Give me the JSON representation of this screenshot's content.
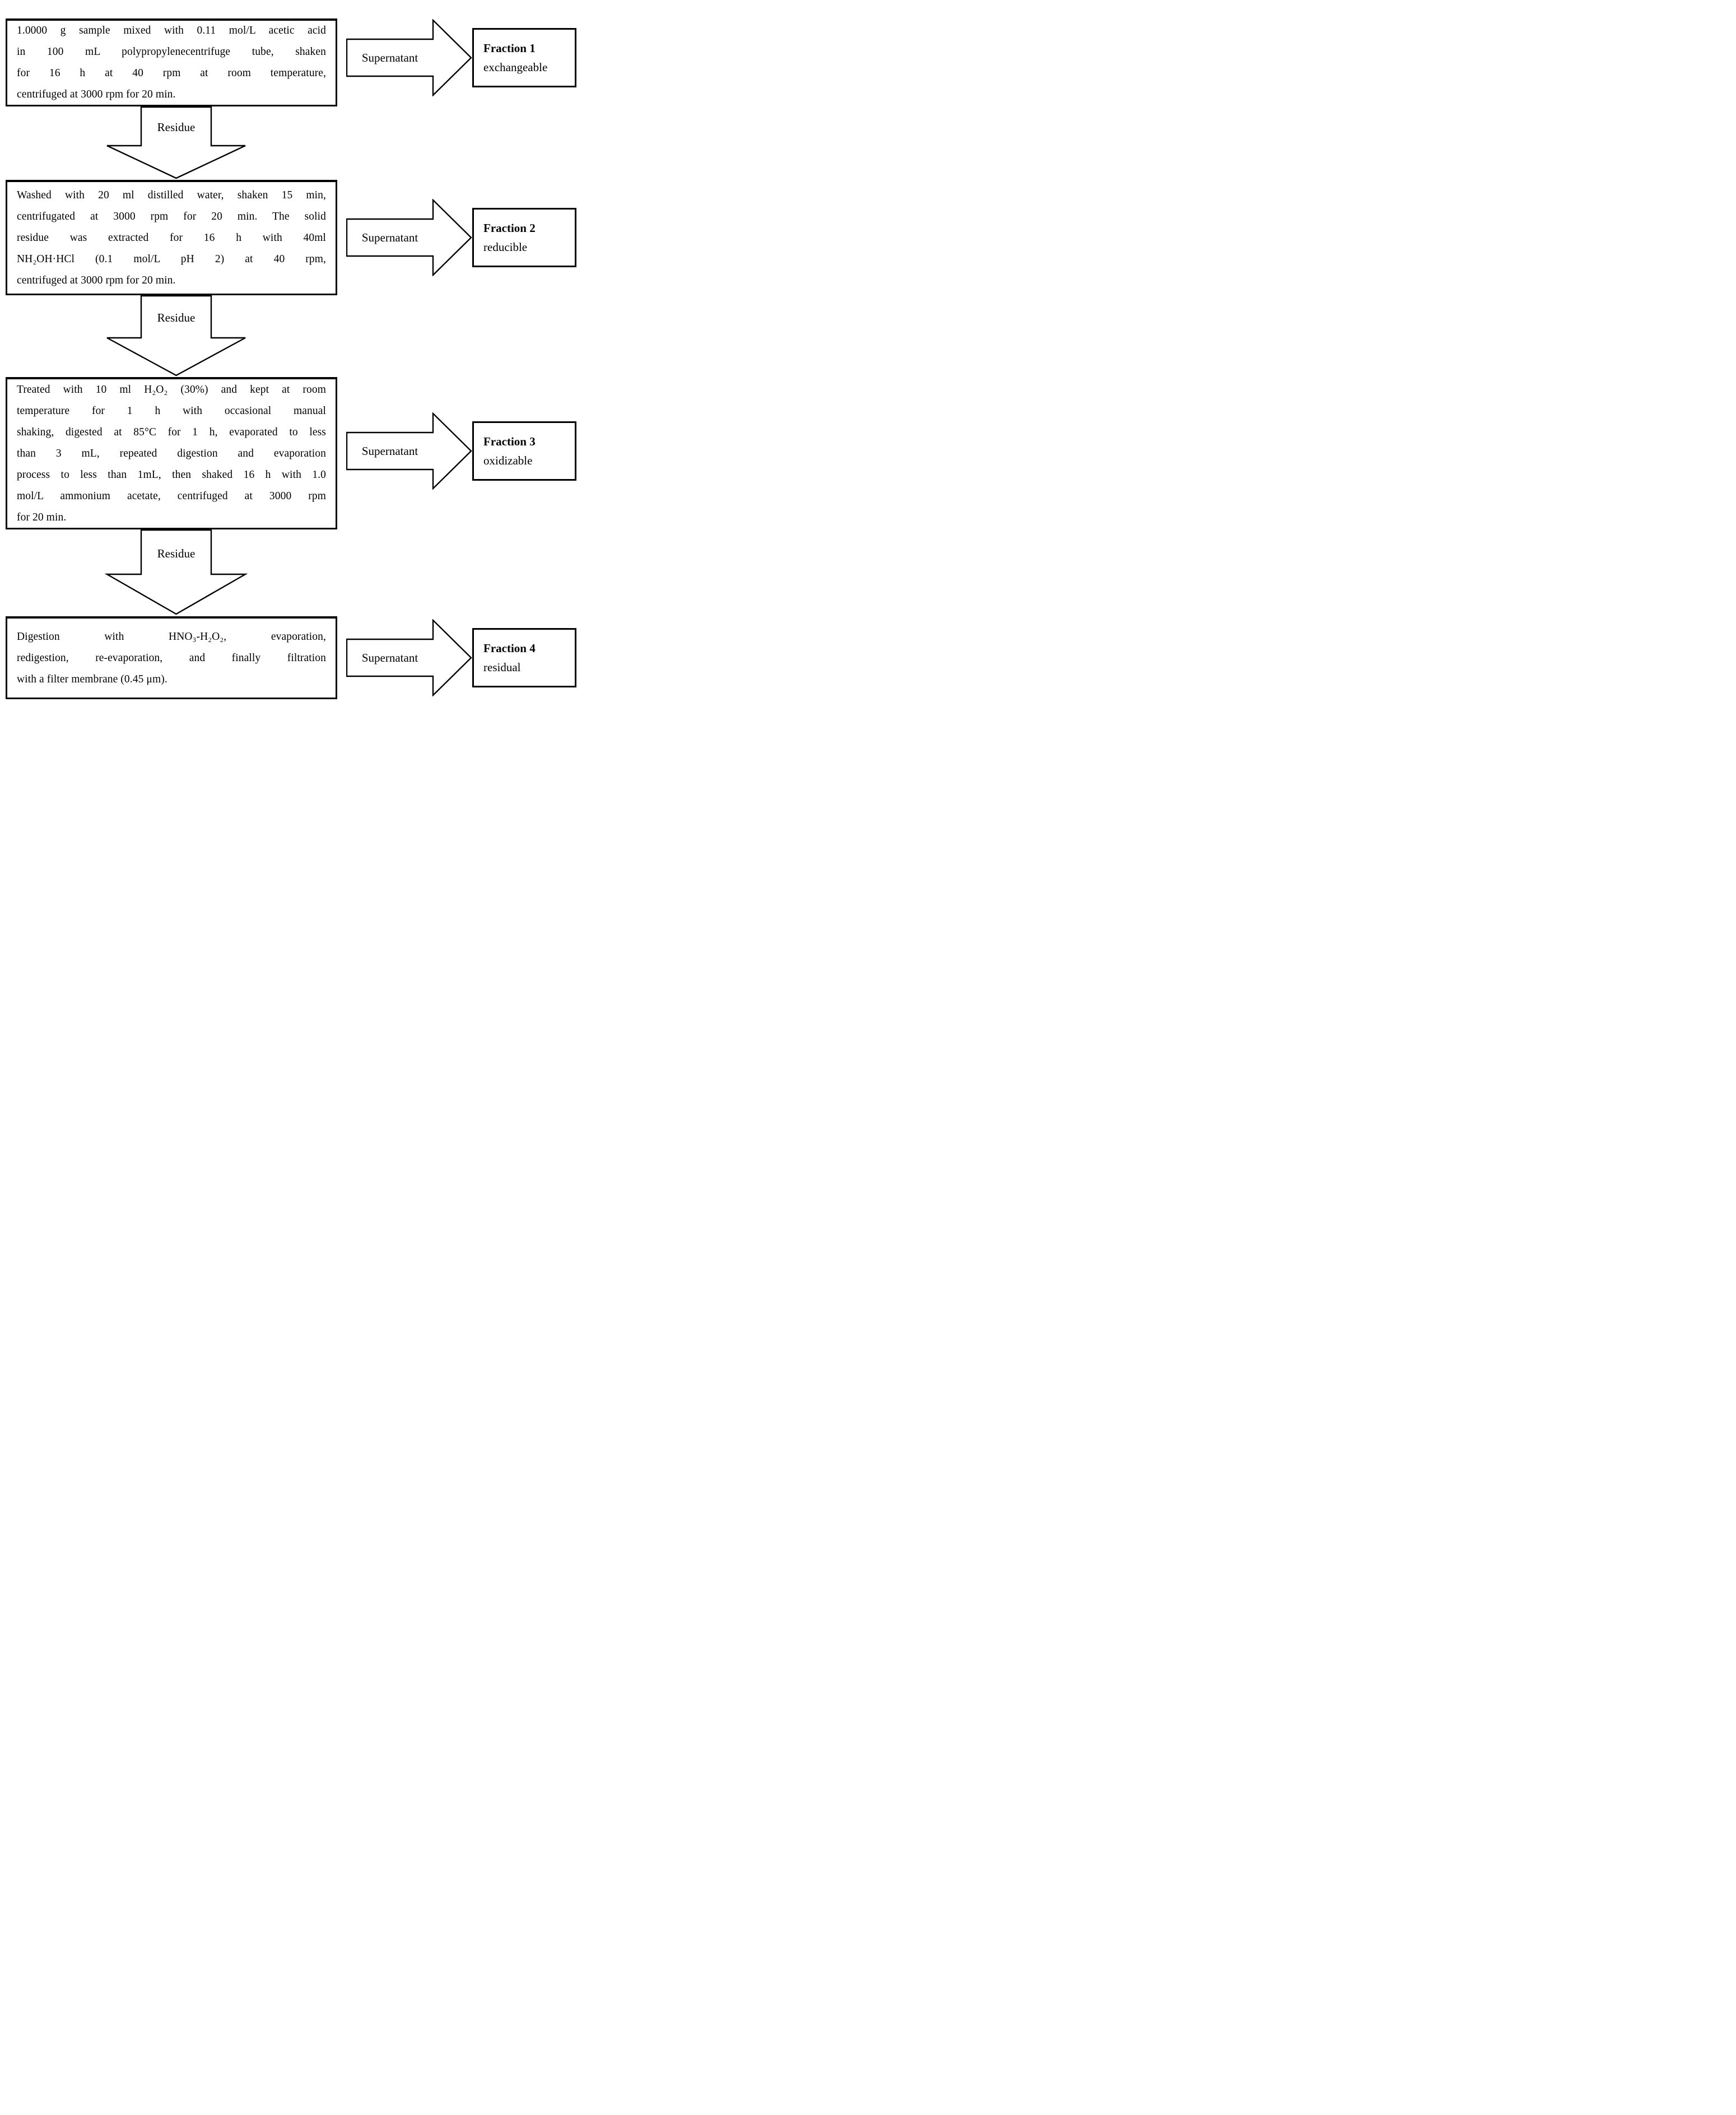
{
  "colors": {
    "background": "#ffffff",
    "line": "#000000",
    "text": "#000000"
  },
  "steps": [
    {
      "process_lines": [
        "1.0000 g sample mixed with 0.11 mol/L acetic acid",
        "in 100 mL polypropylenecentrifuge tube, shaken",
        "for 16 h at 40 rpm at room temperature,",
        "centrifuged at 3000 rpm for 20 min."
      ],
      "supernatant_label": "Supernatant",
      "fraction_title": "Fraction 1",
      "fraction_subtitle": "exchangeable",
      "residue_label": "Residue"
    },
    {
      "process_lines": [
        "Washed with 20 ml distilled water, shaken 15 min,",
        "centrifugated at 3000 rpm for 20 min. The solid",
        "residue was extracted for 16 h with 40ml",
        "NH₂OH·HCl (0.1 mol/L pH 2) at 40 rpm,",
        "centrifuged at 3000 rpm for 20 min."
      ],
      "supernatant_label": "Supernatant",
      "fraction_title": "Fraction 2",
      "fraction_subtitle": "reducible",
      "residue_label": "Residue"
    },
    {
      "process_lines": [
        "Treated with 10 ml H₂O₂ (30%) and kept at room",
        "temperature for 1 h with occasional manual",
        "shaking, digested at 85°C for 1 h, evaporated to less",
        "than 3 mL, repeated digestion and evaporation",
        "process to less than 1mL, then shaked 16 h with 1.0",
        "mol/L ammonium acetate, centrifuged at 3000 rpm",
        "for 20 min."
      ],
      "supernatant_label": "Supernatant",
      "fraction_title": "Fraction 3",
      "fraction_subtitle": "oxidizable",
      "residue_label": "Residue"
    },
    {
      "process_lines": [
        "Digestion with HNO₃-H₂O₂, evaporation,",
        "redigestion, re-evaporation, and finally filtration",
        "with a filter membrane (0.45 μm)."
      ],
      "supernatant_label": "Supernatant",
      "fraction_title": "Fraction 4",
      "fraction_subtitle": "residual"
    }
  ]
}
